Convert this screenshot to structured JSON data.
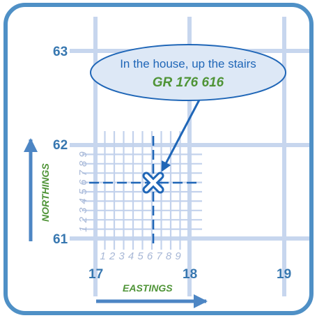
{
  "colors": {
    "frame": "#4f90c6",
    "grid_major": "#c7d6ee",
    "grid_minor": "#c3d2ec",
    "label_blue": "#3777b0",
    "green": "#4f9437",
    "marker": "#1f66b7",
    "callout_fill": "#dde8f6",
    "arrow": "#4d86c4",
    "digits": "#a7b7d6"
  },
  "grid": {
    "eastings": [
      "17",
      "18",
      "19"
    ],
    "northings": [
      "61",
      "62",
      "63"
    ],
    "top_label": "63",
    "sub_digits": [
      "1",
      "2",
      "3",
      "4",
      "5",
      "6",
      "7",
      "8",
      "9"
    ]
  },
  "axes": {
    "eastings_label": "EASTINGS",
    "northings_label": "NORTHINGS"
  },
  "callout": {
    "line1": "In the house, up the stairs",
    "line2": "GR 176 616"
  },
  "marker": {
    "icon": "x-marker-icon",
    "easting_tenths": 6,
    "northing_tenths": 6
  }
}
